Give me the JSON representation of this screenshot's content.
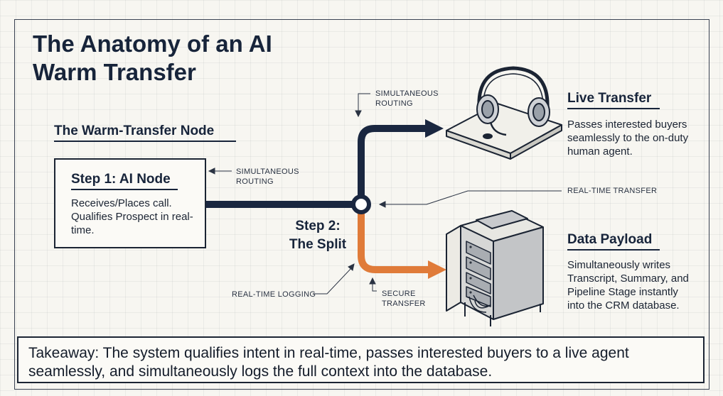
{
  "title": "The Anatomy of an AI Warm Transfer",
  "section_title": "The Warm-Transfer Node",
  "step1": {
    "heading": "Step 1: AI Node",
    "body": "Receives/Places call. Qualifies Prospect in real-time."
  },
  "step2": {
    "line1": "Step 2:",
    "line2": "The Split"
  },
  "annotations": {
    "routing_top": {
      "line1": "SIMULTANEOUS",
      "line2": "ROUTING"
    },
    "routing_left": {
      "line1": "SIMULTANEOUS",
      "line2": "ROUTING"
    },
    "realtime_transfer": "REAL-TIME TRANSFER",
    "realtime_logging": "REAL-TIME LOGGING",
    "secure_transfer": {
      "line1": "SECURE",
      "line2": "TRANSFER"
    }
  },
  "live_transfer": {
    "heading": "Live Transfer",
    "body": "Passes interested buyers seamlessly to the on-duty human agent."
  },
  "data_payload": {
    "heading": "Data Payload",
    "body": "Simultaneously writes Transcript, Summary, and Pipeline Stage instantly into the CRM database."
  },
  "takeaway": "Takeaway: The system qualifies intent in real-time, passes interested buyers to a live agent seamlessly, and simultaneously logs the full context into the database.",
  "colors": {
    "navy": "#1a2740",
    "orange": "#e07b39",
    "ink": "#1b2433"
  },
  "icons": {
    "headset": "headset-icon",
    "server": "server-rack-icon"
  }
}
